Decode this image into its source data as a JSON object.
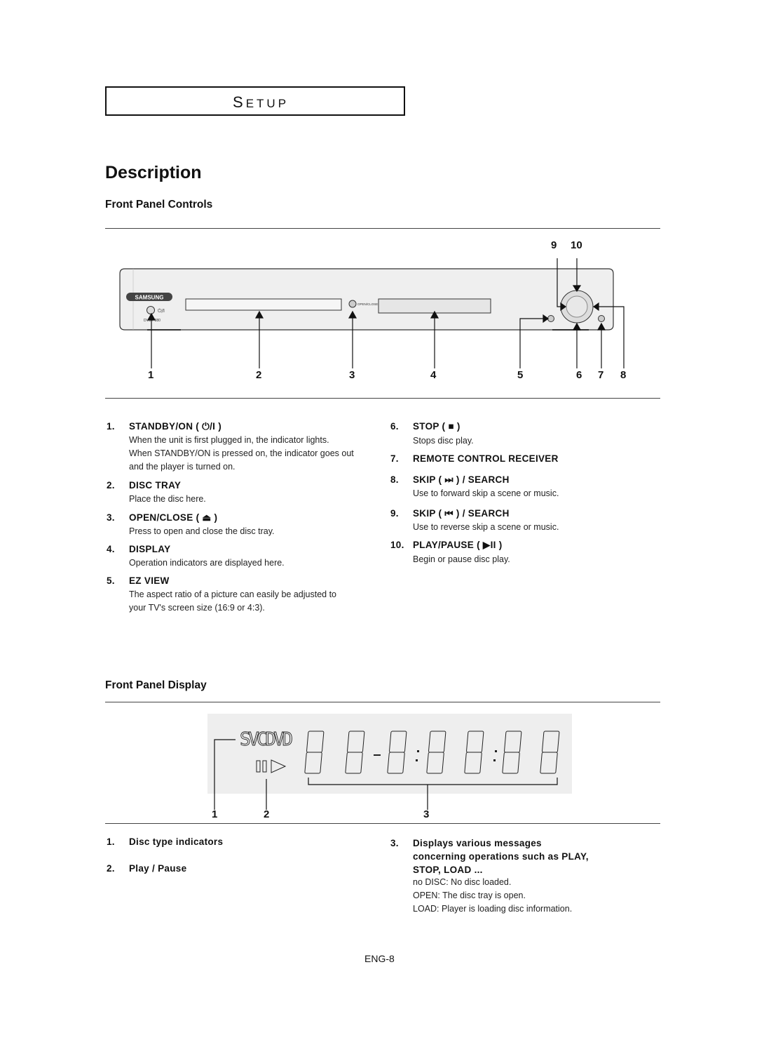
{
  "section": {
    "prefix": "S",
    "rest": "ETUP"
  },
  "page_title": "Description",
  "front_panel_controls": {
    "heading": "Front Panel Controls",
    "brand": "SAMSUNG",
    "power_symbol": "⏻/I",
    "model_label": "DVD-P380",
    "open_close_small": "OPEN/CLOSE",
    "callouts": [
      "1",
      "2",
      "3",
      "4",
      "5",
      "6",
      "7",
      "8",
      "9",
      "10"
    ],
    "items_left": [
      {
        "num": "1.",
        "label": "STANDBY/ON ( ⏻/I )",
        "desc": [
          "When the unit is first plugged in, the indicator lights.",
          "When STANDBY/ON is pressed on, the indicator goes out",
          "and the player is turned on."
        ]
      },
      {
        "num": "2.",
        "label": "DISC TRAY",
        "desc": [
          "Place the disc here."
        ]
      },
      {
        "num": "3.",
        "label": "OPEN/CLOSE ( ⏏ )",
        "desc": [
          "Press to open and close the disc tray."
        ]
      },
      {
        "num": "4.",
        "label": "DISPLAY",
        "desc": [
          "Operation indicators are displayed here."
        ]
      },
      {
        "num": "5.",
        "label": "EZ VIEW",
        "desc": [
          "The aspect ratio of a picture can easily be adjusted to",
          "your TV's screen size (16:9 or 4:3)."
        ]
      }
    ],
    "items_right": [
      {
        "num": "6.",
        "label": "STOP ( ■ )",
        "desc": [
          "Stops disc play."
        ]
      },
      {
        "num": "7.",
        "label": "REMOTE CONTROL RECEIVER",
        "desc": []
      },
      {
        "num": "8.",
        "label": "SKIP ( ⏭ ) / SEARCH",
        "desc": [
          "Use to forward skip a scene or music."
        ]
      },
      {
        "num": "9.",
        "label": "SKIP ( ⏮ ) / SEARCH",
        "desc": [
          "Use to reverse skip a scene or music."
        ]
      },
      {
        "num": "10.",
        "label": "PLAY/PAUSE ( ▶II )",
        "desc": [
          "Begin or pause disc play."
        ]
      }
    ]
  },
  "front_panel_display": {
    "heading": "Front Panel Display",
    "disc_text": "SVCDVD",
    "callouts": [
      "1",
      "2",
      "3"
    ],
    "item1": {
      "num": "1.",
      "label": "Disc type indicators"
    },
    "item2": {
      "num": "2.",
      "label": "Play / Pause"
    },
    "item3": {
      "num": "3.",
      "lines": [
        "Displays various messages",
        "concerning operations such as PLAY,",
        "STOP, LOAD ..."
      ],
      "desc": [
        "no DISC: No disc loaded.",
        "OPEN: The disc tray is open.",
        "LOAD: Player is loading disc information."
      ]
    }
  },
  "page_number": "ENG-8"
}
